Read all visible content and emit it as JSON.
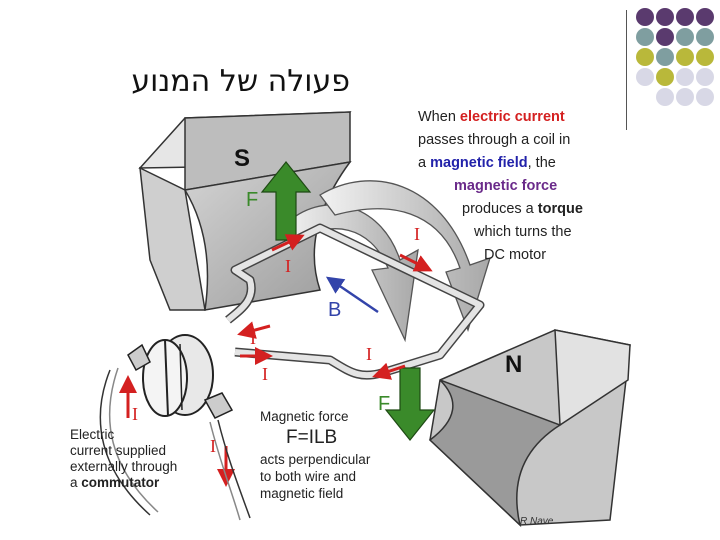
{
  "slide": {
    "title": "פעולה של המנוע",
    "credit": "R Nave"
  },
  "colors": {
    "accent_purple": "#5a3a6e",
    "accent_teal": "#7f9ea0",
    "accent_olive": "#b9b83a",
    "accent_light": "#d8d8e6",
    "force_green": "#3a8a2a",
    "current_red": "#d42020",
    "field_blue": "#3344aa"
  },
  "decor_dots": [
    [
      "accent_purple",
      "accent_purple",
      "accent_purple",
      "accent_purple"
    ],
    [
      "accent_teal",
      "accent_purple",
      "accent_teal",
      "accent_teal"
    ],
    [
      "accent_olive",
      "accent_teal",
      "accent_olive",
      "accent_olive"
    ],
    [
      "accent_light",
      "accent_olive",
      "accent_light",
      "accent_light"
    ],
    [
      "",
      "accent_light",
      "accent_light",
      "accent_light"
    ]
  ],
  "diagram": {
    "pole_s": "S",
    "pole_n": "N",
    "force_label": "F",
    "current_label": "I",
    "field_label": "B"
  },
  "captions": {
    "top": {
      "w1": "When",
      "w2": "electric current",
      "w3": "passes through a  coil in",
      "w4": "a",
      "w5": "magnetic field",
      "w6": ", the",
      "w7": "magnetic force",
      "w8": "produces a",
      "w9": "torque",
      "w10": "which turns the",
      "w11": "DC motor"
    },
    "force": {
      "line1": "Magnetic force",
      "formula": "F=ILB",
      "line3": "acts perpendicular",
      "line4": "to both wire and",
      "line5": "magnetic field"
    },
    "commutator": {
      "line1": "Electric",
      "line2": "current supplied",
      "line3": "externally through",
      "line4": "a",
      "line5": "commutator"
    }
  }
}
